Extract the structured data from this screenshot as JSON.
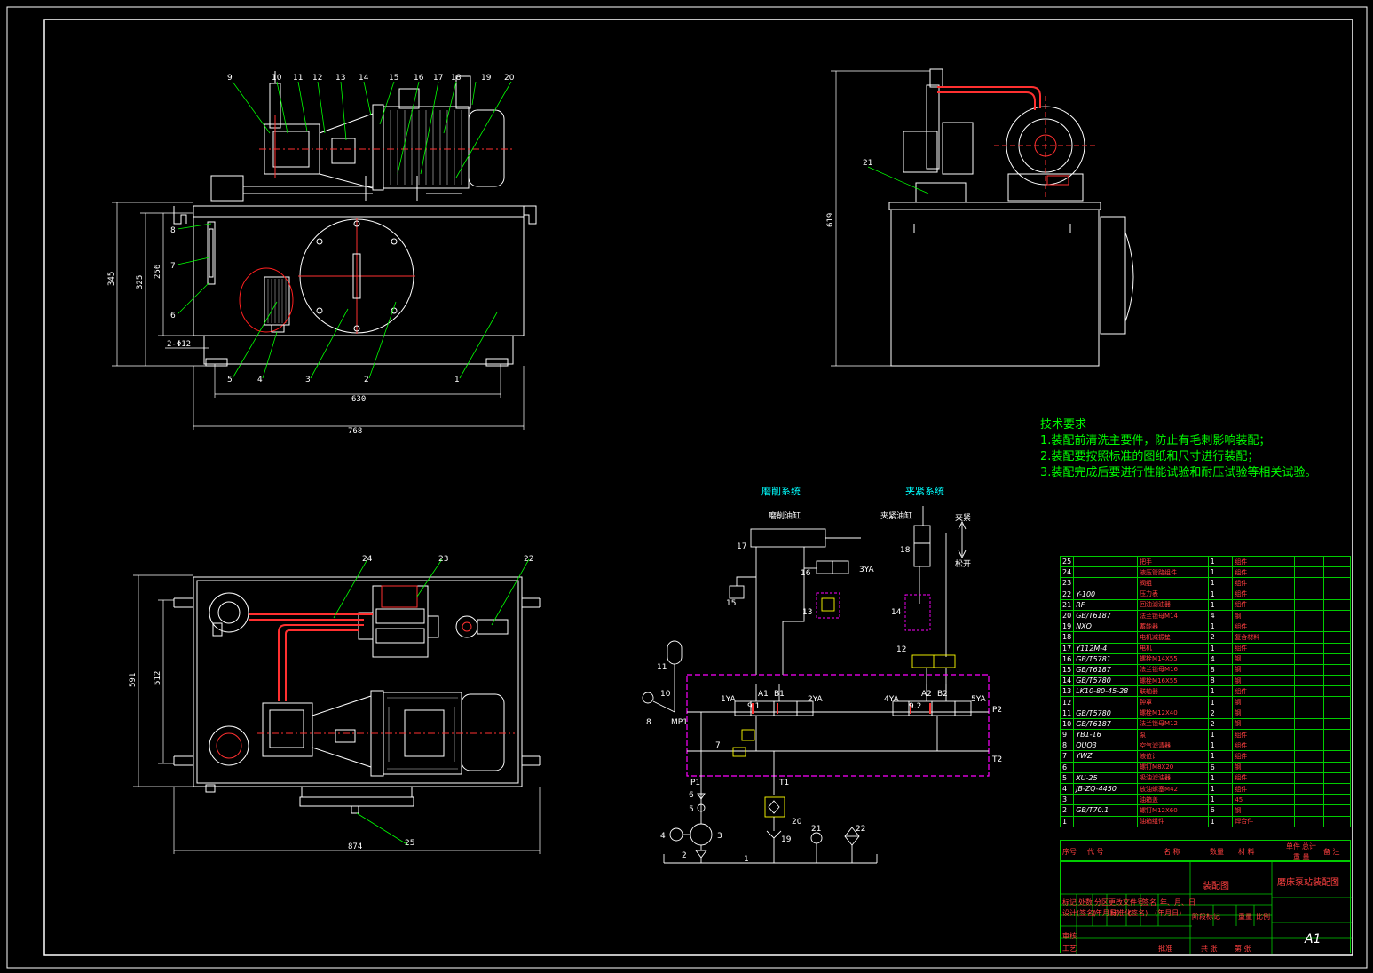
{
  "drawing": {
    "sheet_size": "A1",
    "title": "磨床泵站装配图"
  },
  "front_view": {
    "balloons": [
      "9",
      "10",
      "11",
      "12",
      "13",
      "14",
      "15",
      "16",
      "17",
      "18",
      "19",
      "20",
      "8",
      "7",
      "6",
      "5",
      "4",
      "3",
      "2",
      "1"
    ],
    "dims": {
      "h1": "345",
      "h2": "325",
      "h3": "256",
      "w1": "630",
      "w2": "768",
      "hole": "2-Φ12"
    }
  },
  "side_view": {
    "balloons": [
      "21"
    ],
    "dims": {
      "h": "619"
    }
  },
  "top_view": {
    "balloons": [
      "24",
      "23",
      "22",
      "25"
    ],
    "dims": {
      "h1": "591",
      "h2": "512",
      "w": "874"
    }
  },
  "tech_requirements": {
    "heading": "技术要求",
    "items": [
      "1.装配前清洗主要件，防止有毛刺影响装配；",
      "2.装配要按照标准的图纸和尺寸进行装配；",
      "3.装配完成后要进行性能试验和耐压试验等相关试验。"
    ]
  },
  "hydraulic": {
    "grinding_title": "磨削系统",
    "clamping_title": "夹紧系统",
    "grinding_cyl": "磨削油缸",
    "clamping_cyl": "夹紧油缸",
    "clamp_label": "夹紧",
    "release_label": "松开",
    "ports": [
      "A1",
      "B1",
      "A2",
      "B2",
      "P2",
      "T2",
      "P1",
      "T1",
      "MP1"
    ],
    "solenoids": [
      "1YA",
      "2YA",
      "3YA",
      "4YA",
      "5YA"
    ],
    "valve_ids": [
      "9.1",
      "9.2"
    ],
    "numbers": [
      "17",
      "16",
      "15",
      "13",
      "18",
      "14",
      "12",
      "11",
      "10",
      "8",
      "7",
      "6",
      "5",
      "4",
      "3",
      "2",
      "1",
      "19",
      "20",
      "21",
      "22"
    ]
  },
  "bom": {
    "rows": [
      {
        "no": "25",
        "code": "",
        "name": "把手",
        "qty": "1",
        "mat": "组件"
      },
      {
        "no": "24",
        "code": "",
        "name": "液压管路组件",
        "qty": "1",
        "mat": "组件"
      },
      {
        "no": "23",
        "code": "",
        "name": "阀组",
        "qty": "1",
        "mat": "组件"
      },
      {
        "no": "22",
        "code": "Y-100",
        "name": "压力表",
        "qty": "1",
        "mat": "组件"
      },
      {
        "no": "21",
        "code": "RF",
        "name": "回油滤油器",
        "qty": "1",
        "mat": "组件"
      },
      {
        "no": "20",
        "code": "GB/T6187",
        "name": "法兰锁母M14",
        "qty": "4",
        "mat": "钢"
      },
      {
        "no": "19",
        "code": "NXQ",
        "name": "蓄能器",
        "qty": "1",
        "mat": "组件"
      },
      {
        "no": "18",
        "code": "",
        "name": "电机减振垫",
        "qty": "2",
        "mat": "复合材料"
      },
      {
        "no": "17",
        "code": "Y112M-4",
        "name": "电机",
        "qty": "1",
        "mat": "组件"
      },
      {
        "no": "16",
        "code": "GB/T5781",
        "name": "螺栓M14X55",
        "qty": "4",
        "mat": "钢"
      },
      {
        "no": "15",
        "code": "GB/T6187",
        "name": "法兰锁母M16",
        "qty": "8",
        "mat": "钢"
      },
      {
        "no": "14",
        "code": "GB/T5780",
        "name": "螺栓M16X55",
        "qty": "8",
        "mat": "钢"
      },
      {
        "no": "13",
        "code": "LK10-80-45-28",
        "name": "联轴器",
        "qty": "1",
        "mat": "组件"
      },
      {
        "no": "12",
        "code": "",
        "name": "钟罩",
        "qty": "1",
        "mat": "钢"
      },
      {
        "no": "11",
        "code": "GB/T5780",
        "name": "螺栓M12X40",
        "qty": "2",
        "mat": "钢"
      },
      {
        "no": "10",
        "code": "GB/T6187",
        "name": "法兰锁母M12",
        "qty": "2",
        "mat": "钢"
      },
      {
        "no": "9",
        "code": "YB1-16",
        "name": "泵",
        "qty": "1",
        "mat": "组件"
      },
      {
        "no": "8",
        "code": "QUQ3",
        "name": "空气滤清器",
        "qty": "1",
        "mat": "组件"
      },
      {
        "no": "7",
        "code": "YWZ",
        "name": "液位计",
        "qty": "1",
        "mat": "组件"
      },
      {
        "no": "6",
        "code": "",
        "name": "螺钉M8X20",
        "qty": "6",
        "mat": "钢"
      },
      {
        "no": "5",
        "code": "XU-25",
        "name": "吸油滤油器",
        "qty": "1",
        "mat": "组件"
      },
      {
        "no": "4",
        "code": "JB-ZQ-4450",
        "name": "放油螺塞M42",
        "qty": "1",
        "mat": "组件"
      },
      {
        "no": "3",
        "code": "",
        "name": "油箱盖",
        "qty": "1",
        "mat": "45"
      },
      {
        "no": "2",
        "code": "GB/T70.1",
        "name": "螺钉M12X60",
        "qty": "6",
        "mat": "钢"
      },
      {
        "no": "1",
        "code": "",
        "name": "油箱组件",
        "qty": "1",
        "mat": "焊合件"
      }
    ],
    "header": {
      "no": "序号",
      "code": "代  号",
      "name": "名  称",
      "qty": "数量",
      "mat": "材  料",
      "unit": "单件",
      "total": "总计",
      "weight": "重  量",
      "remark": "备  注"
    }
  },
  "title_block": {
    "drawing_name": "装配图",
    "company_title": "磨床泵站装配图",
    "row1": [
      "标记",
      "处数",
      "分区",
      "更改文件号",
      "签名",
      "年、月、日"
    ],
    "row2": [
      "设计",
      "(签名)",
      "(年月日)",
      "标准化",
      "(签名)",
      "(年月日)",
      "阶段标记",
      "重量",
      "比例"
    ],
    "row3": [
      "审核"
    ],
    "row4": [
      "工艺",
      "",
      "",
      "批准",
      "",
      "",
      "共  张",
      "第  张"
    ],
    "sheet": "A1"
  }
}
